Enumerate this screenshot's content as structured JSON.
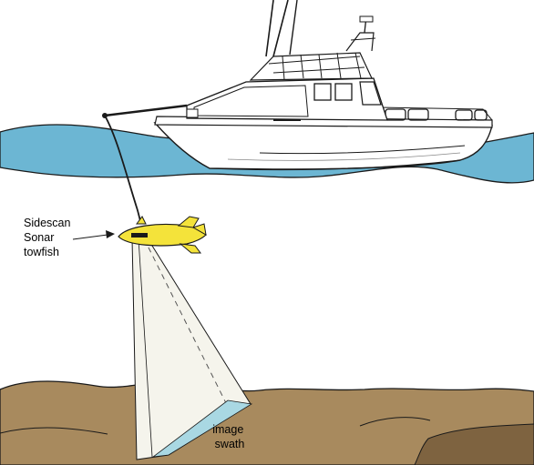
{
  "labels": {
    "towfish_line1": "Sidescan",
    "towfish_line2": "Sonar",
    "towfish_line3": "towfish",
    "swath_line1": "image",
    "swath_line2": "swath"
  },
  "colors": {
    "water": "#6cb6d3",
    "seafloor": "#a88a5e",
    "seafloor_dark": "#7e6340",
    "towfish": "#f4e33a",
    "beam": "#f5f4ec",
    "swath": "#a9d8e3",
    "hull": "#ffffff",
    "outline": "#1a1a1a"
  },
  "icons": {
    "boat": "boat-icon",
    "towfish": "towfish-icon"
  }
}
